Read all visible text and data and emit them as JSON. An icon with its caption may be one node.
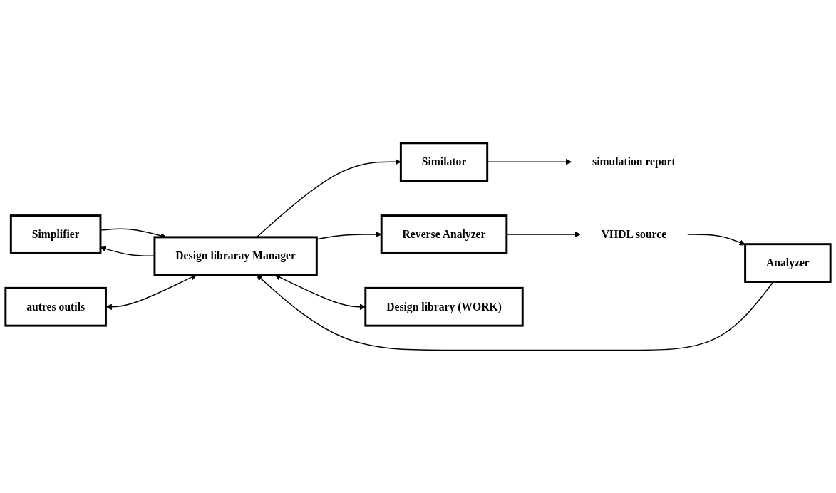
{
  "diagram": {
    "nodes": [
      {
        "text": [
          "Simplifier"
        ]
      },
      {
        "text": [
          "autres outils"
        ]
      },
      {
        "text": [
          "Analyzer"
        ]
      },
      {
        "text": [
          "Design libraray Manager"
        ]
      },
      {
        "text": [
          "Similator"
        ]
      },
      {
        "text": [
          "simulation report"
        ]
      },
      {
        "text": [
          "VHDL source"
        ]
      },
      {
        "text": [
          "Reverse Analyzer"
        ]
      },
      {
        "text": [
          "Design library (WORK)"
        ]
      }
    ],
    "edges": [
      {
        "from": 3,
        "to": 0,
        "arrow": "to"
      },
      {
        "from": 0,
        "to": 3,
        "arrow": "to"
      },
      {
        "from": 1,
        "to": 3,
        "arrow": "both"
      },
      {
        "from": 2,
        "to": 3,
        "arrow": "to"
      },
      {
        "from": 3,
        "to": 4,
        "arrow": "to"
      },
      {
        "from": 4,
        "to": 5,
        "arrow": "to"
      },
      {
        "from": 6,
        "to": 2,
        "arrow": "to"
      },
      {
        "from": 7,
        "to": 6,
        "arrow": "to"
      },
      {
        "from": 3,
        "to": 7,
        "arrow": "to"
      },
      {
        "from": 3,
        "to": 8,
        "arrow": "both"
      }
    ]
  }
}
